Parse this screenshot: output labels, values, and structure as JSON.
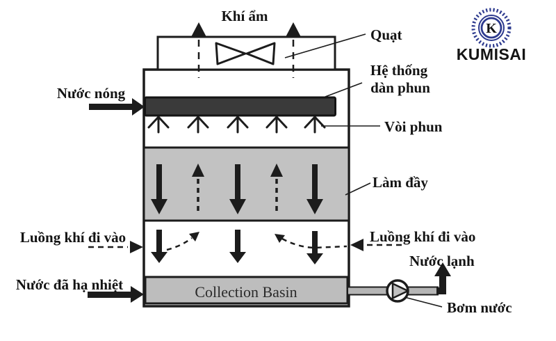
{
  "labels": {
    "moist_air": "Khí ẩm",
    "fan": "Quạt",
    "spray_system_line1": "Hệ thống",
    "spray_system_line2": "dàn phun",
    "spray_nozzle": "Vòi phun",
    "fill_pack": "Làm đầy",
    "hot_water": "Nước nóng",
    "air_inlet_left": "Luồng khí đi vào",
    "air_inlet_right": "Luồng khí đi vào",
    "cooled_water": "Nước đã hạ nhiệt",
    "cold_water": "Nước lạnh",
    "water_pump": "Bơm nước",
    "collection_basin": "Collection Basin"
  },
  "logo": {
    "monogram": "K",
    "brand": "KUMISAI",
    "color": "#2d3a8e"
  },
  "colors": {
    "line": "#1c1c1c",
    "fill_section": "#c2c2c2",
    "basin": "#bdbdbd",
    "pipe": "#b5b5b5",
    "spray_header": "#3a3a3a",
    "white": "#ffffff"
  }
}
